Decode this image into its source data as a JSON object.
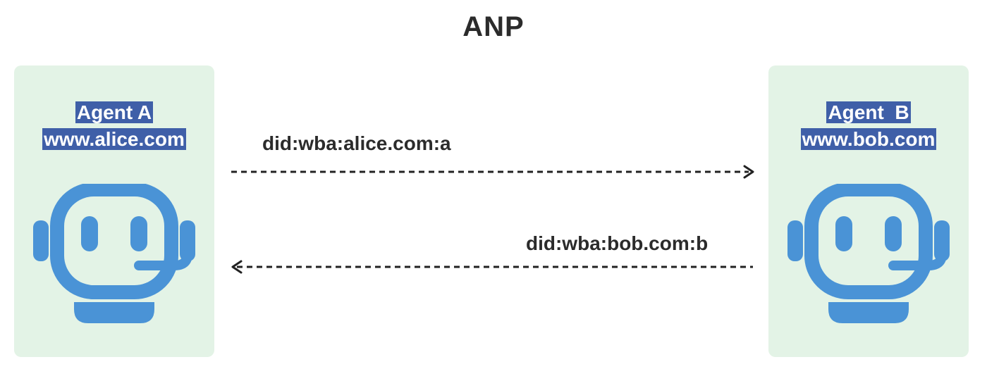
{
  "diagram": {
    "title": "ANP",
    "agents": [
      {
        "name": "Agent A",
        "domain": "www.alice.com",
        "icon": "robot-headset-icon"
      },
      {
        "name": "Agent  B",
        "domain": "www.bob.com",
        "icon": "robot-headset-icon"
      }
    ],
    "edges": [
      {
        "from": "Agent A",
        "to": "Agent B",
        "label": "did:wba:alice.com:a",
        "style": "dashed"
      },
      {
        "from": "Agent B",
        "to": "Agent A",
        "label": "did:wba:bob.com:b",
        "style": "dashed"
      }
    ],
    "colors": {
      "card_background": "#e3f3e6",
      "label_highlight": "#3f5fa8",
      "icon": "#4a93d6",
      "text": "#2b2b2b"
    }
  }
}
